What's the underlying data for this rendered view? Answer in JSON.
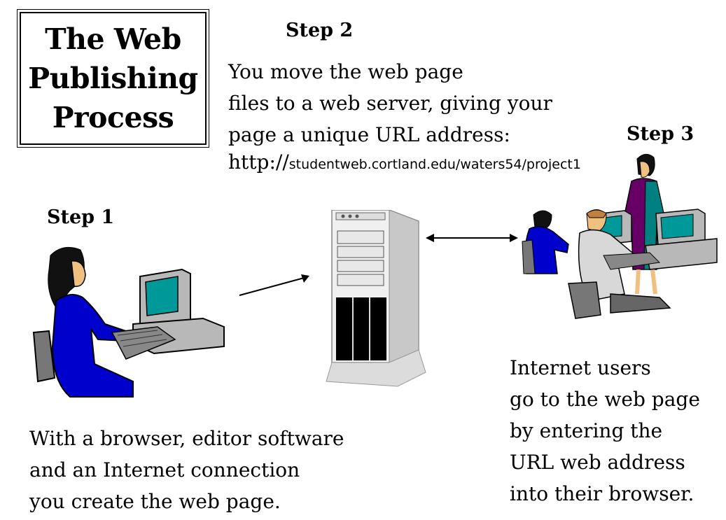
{
  "title": {
    "line1": "The Web",
    "line2": "Publishing",
    "line3": "Process"
  },
  "step1": {
    "label": "Step 1",
    "text": [
      "With a browser, editor software",
      "and an Internet connection",
      "you create the web page."
    ]
  },
  "step2": {
    "label": "Step 2",
    "text": [
      "You move the web page",
      "files to a web server, giving your",
      "page a unique URL address:"
    ],
    "url_prefix": "http://",
    "url_rest": "studentweb.cortland.edu/waters54/project1"
  },
  "step3": {
    "label": "Step 3",
    "text": [
      "Internet users",
      "go to the web page",
      "by entering the",
      "URL web address",
      "into their browser."
    ]
  },
  "colors": {
    "blue_clothing": "#0000cc",
    "monitor_screen": "#009999",
    "computer_gray": "#b8b8b8",
    "purple_dress": "#660066",
    "teal": "#008080",
    "skin": "#f0c080"
  }
}
